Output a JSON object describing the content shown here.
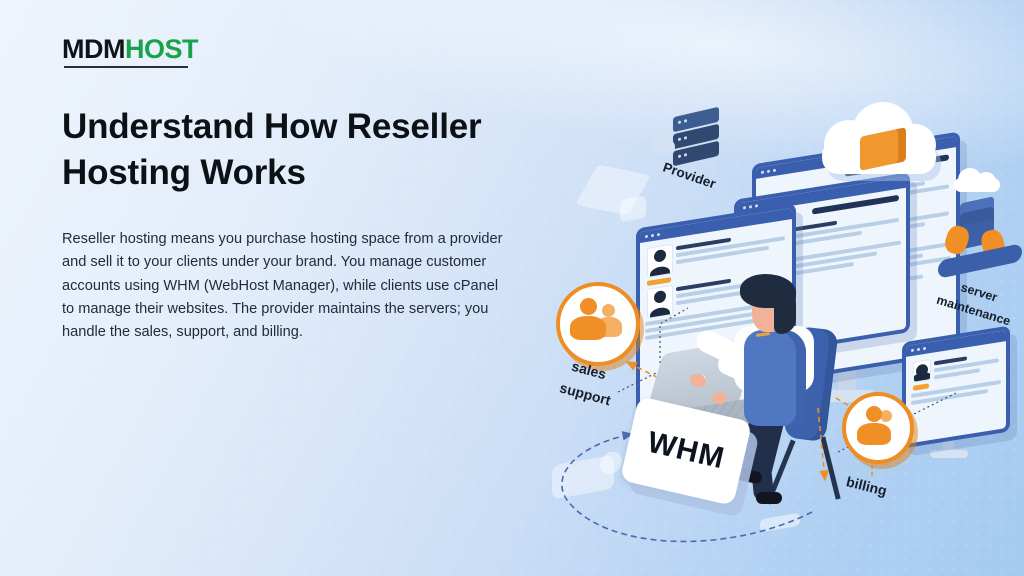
{
  "logo": {
    "prefix": "MDM",
    "suffix": "HOST",
    "prefix_color": "#101418",
    "suffix_color": "#18a34a"
  },
  "hero": {
    "title": "Understand How Reseller Hosting Works",
    "description": "Reseller hosting means you purchase hosting space from a provider and sell it to your clients under your brand. You manage customer accounts using WHM (WebHost Manager), while clients use cPanel to manage their websites. The provider maintains the servers; you handle the sales, support, and billing."
  },
  "illustration": {
    "labels": {
      "provider": "Provider",
      "server_maintenance_line1": "server",
      "server_maintenance_line2": "maintenance",
      "sales_line1": "sales",
      "sales_line2": "support",
      "whm": "WHM",
      "billing": "billing"
    },
    "colors": {
      "accent_orange": "#ef8f25",
      "window_blue": "#3a5fae",
      "navy_silhouette": "#1c2a40",
      "logo_green": "#18a34a",
      "background_top": "#eef4fc",
      "background_bottom": "#a5cbf1"
    }
  }
}
